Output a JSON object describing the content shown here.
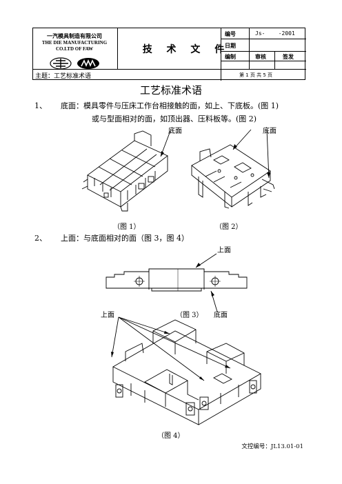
{
  "header": {
    "company_cn": "一汽模具制造有限公司",
    "company_en_line1": "THE DIE MANUFACTURING",
    "company_en_line2": "CO.LTD OF FAW",
    "doc_type": "技 术 文 件",
    "number_label": "编号",
    "number_value": "Js-    -2001",
    "date_label": "日期",
    "compile_label": "编制",
    "review_label": "审核",
    "sign_label": "签发",
    "subject": "主题：工艺标准术语",
    "pages": "第 1 页 共 5 页"
  },
  "document": {
    "title": "工艺标准术语",
    "item1_number": "1、",
    "item1_line1": "底面：模具零件与压床工作台相接触的面，如上、下底板。(图 1)",
    "item1_line2": "或与型面相对的面，如顶出器、压料板等。(图 2)",
    "fig1_caption": "（图 1）",
    "fig2_caption": "（图 2）",
    "label_bottom_a": "底面",
    "label_bottom_b": "底面",
    "item2_number": "2、",
    "item2_line1": "上面：与底面相对的面（图 3，图 4）",
    "label_top_fig3": "上面",
    "label_top_fig4": "上面",
    "fig3_caption": "（图 3）",
    "label_bottom_fig3": "底面",
    "fig4_caption": "（图 4）"
  },
  "footer": {
    "control_number": "文控编号：JL13.01-01"
  }
}
